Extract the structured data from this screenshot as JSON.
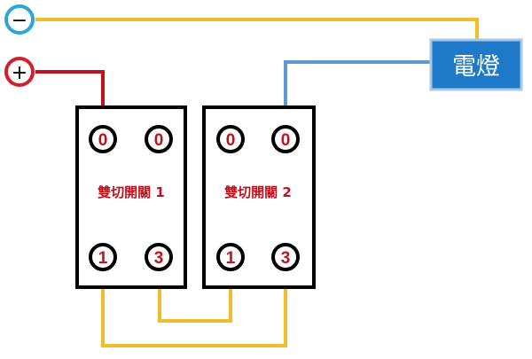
{
  "colors": {
    "neutral_wire": "#f2bc2b",
    "live_wire": "#c0121c",
    "lamp_wire": "#5b9bd5",
    "negative_ring": "#2aa6dc",
    "positive_ring": "#d4202a",
    "lamp_fill": "#1e7ac9",
    "lamp_border": "#a7c7e7",
    "switch_border": "#000000",
    "terminal_text": "#c0121c",
    "switch_label": "#c0121c"
  },
  "negative_terminal": {
    "symbol": "−"
  },
  "positive_terminal": {
    "symbol": "+"
  },
  "lamp": {
    "label": "電燈"
  },
  "switch1": {
    "label": "雙切開關 1",
    "top_left": "0",
    "top_right": "0",
    "bottom_left": "1",
    "bottom_right": "3"
  },
  "switch2": {
    "label": "雙切開關 2",
    "top_left": "0",
    "top_right": "0",
    "bottom_left": "1",
    "bottom_right": "3"
  }
}
